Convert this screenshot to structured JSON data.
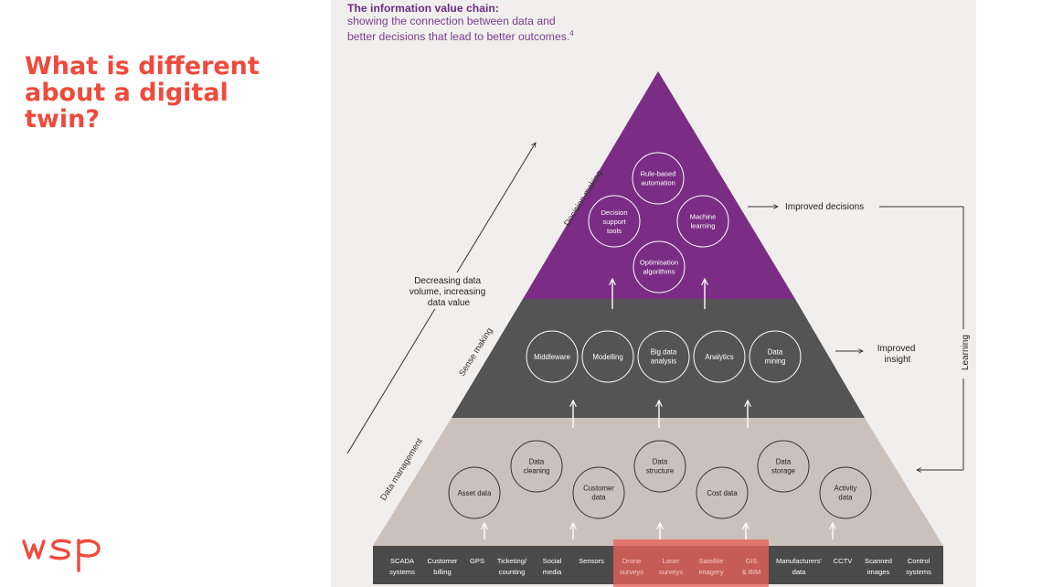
{
  "slide": {
    "title": "What is different about a digital twin?"
  },
  "logo": {
    "text": "wsp"
  },
  "figure": {
    "heading": "The information value chain:",
    "caption": "showing the connection between data and better decisions that lead to better outcomes.",
    "footnote": "4",
    "colors": {
      "top": "#7b2d85",
      "middle": "#545454",
      "bottom": "#cbc1bc",
      "base": "#4a4a4a",
      "highlight": "#e8625a",
      "accent": "#ef4a3c"
    },
    "tiers": {
      "decision_making": {
        "label": "Decision making",
        "items": [
          {
            "lines": [
              "Rule-based",
              "automation"
            ]
          },
          {
            "lines": [
              "Decision",
              "support",
              "tools"
            ]
          },
          {
            "lines": [
              "Machine",
              "learning"
            ]
          },
          {
            "lines": [
              "Optimisation",
              "algorithms"
            ]
          }
        ]
      },
      "sense_making": {
        "label": "Sense making",
        "items": [
          {
            "lines": [
              "Middleware"
            ]
          },
          {
            "lines": [
              "Modelling"
            ]
          },
          {
            "lines": [
              "Big data",
              "analysis"
            ]
          },
          {
            "lines": [
              "Analytics"
            ]
          },
          {
            "lines": [
              "Data",
              "mining"
            ]
          }
        ]
      },
      "data_management": {
        "label": "Data management",
        "items": [
          {
            "lines": [
              "Asset data"
            ]
          },
          {
            "lines": [
              "Data",
              "cleaning"
            ]
          },
          {
            "lines": [
              "Customer",
              "data"
            ]
          },
          {
            "lines": [
              "Data",
              "structure"
            ]
          },
          {
            "lines": [
              "Cost data"
            ]
          },
          {
            "lines": [
              "Data",
              "storage"
            ]
          },
          {
            "lines": [
              "Activity",
              "data"
            ]
          }
        ]
      }
    },
    "sources": [
      {
        "lines": [
          "SCADA",
          "systems"
        ],
        "highlighted": false
      },
      {
        "lines": [
          "Customer",
          "billing"
        ],
        "highlighted": false
      },
      {
        "lines": [
          "GPS"
        ],
        "highlighted": false
      },
      {
        "lines": [
          "Ticketing/",
          "counting"
        ],
        "highlighted": false
      },
      {
        "lines": [
          "Social",
          "media"
        ],
        "highlighted": false
      },
      {
        "lines": [
          "Sensors"
        ],
        "highlighted": false
      },
      {
        "lines": [
          "Drone",
          "surveys"
        ],
        "highlighted": true
      },
      {
        "lines": [
          "Laser",
          "surveys"
        ],
        "highlighted": true
      },
      {
        "lines": [
          "Satellite",
          "imagery"
        ],
        "highlighted": true
      },
      {
        "lines": [
          "GIS",
          "& BIM"
        ],
        "highlighted": true
      },
      {
        "lines": [
          "Manufacturers'",
          "data"
        ],
        "highlighted": false
      },
      {
        "lines": [
          "CCTV"
        ],
        "highlighted": false
      },
      {
        "lines": [
          "Scanned",
          "images"
        ],
        "highlighted": false
      },
      {
        "lines": [
          "Control",
          "systems"
        ],
        "highlighted": false
      }
    ],
    "outcomes": {
      "improved_decisions": "Improved decisions",
      "improved_insight": [
        "Improved",
        "insight"
      ],
      "learning": "Learning"
    },
    "gradient_label": [
      "Decreasing data",
      "volume, increasing",
      "data value"
    ]
  }
}
